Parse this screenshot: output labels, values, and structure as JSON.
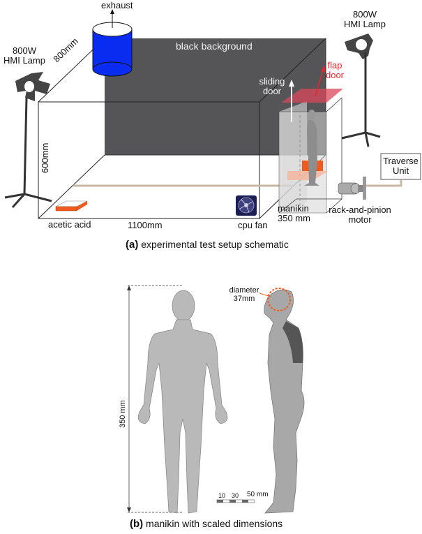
{
  "panel_a": {
    "caption_letter": "(a)",
    "caption_text": "experimental test setup schematic",
    "labels": {
      "exhaust": "exhaust",
      "black_background": "black background",
      "lamp_left_line1": "800W",
      "lamp_left_line2": "HMI Lamp",
      "lamp_right_line1": "800W",
      "lamp_right_line2": "HMI Lamp",
      "depth": "800mm",
      "height": "600mm",
      "length": "1100mm",
      "acetic_acid": "acetic acid",
      "cpu_fan": "cpu fan",
      "manikin_line1": "manikin",
      "manikin_line2": "350 mm",
      "motor_line1": "rack-and-pinion",
      "motor_line2": "motor",
      "traverse_line1": "Traverse",
      "traverse_line2": "Unit",
      "sliding_line1": "sliding",
      "sliding_line2": "door",
      "flap_line1": "flap",
      "flap_line2": "door"
    },
    "colors": {
      "background_panel": "#555558",
      "exhaust": "#0a2cf0",
      "acid": "#f05a1e",
      "flap": "#d9475a",
      "flap_label": "#e8262d",
      "rail": "#c8b9a4"
    }
  },
  "panel_b": {
    "caption_letter": "(b)",
    "caption_text": "manikin with scaled dimensions",
    "height_label": "350 mm",
    "diameter_line1": "diameter",
    "diameter_line2": "37mm",
    "scale_ticks": [
      "10",
      "30",
      "50 mm"
    ]
  }
}
